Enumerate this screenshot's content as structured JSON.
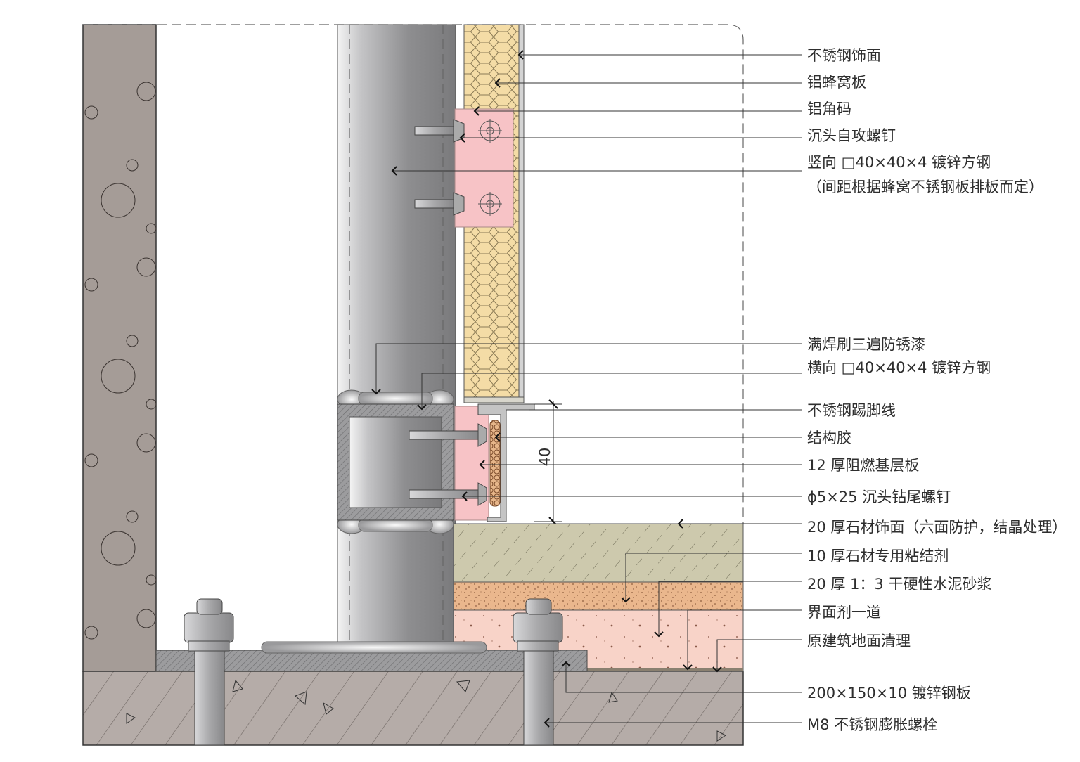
{
  "title": "不锈钢踢脚线与蜂窝不锈钢板墙面节点",
  "colors": {
    "wall": "#a59c97",
    "slab": "#b5aca8",
    "steel": "#9a9a9c",
    "honeycomb": "#f4dca6",
    "angle_pink": "#f7c3c6",
    "stone": "#cdc9ad",
    "mortar": "#eab78d",
    "base_pink": "#f8d3c8"
  },
  "dimension": "40",
  "labels": [
    {
      "text": "不锈钢饰面"
    },
    {
      "text": "铝蜂窝板"
    },
    {
      "text": "铝角码"
    },
    {
      "text": "沉头自攻螺钉"
    },
    {
      "text": "竖向 □40×40×4 镀锌方钢",
      "text2": "（间距根据蜂窝不锈钢板排板而定）"
    },
    {
      "text": "满焊刷三遍防锈漆"
    },
    {
      "text": "横向 □40×40×4 镀锌方钢"
    },
    {
      "text": "不锈钢踢脚线"
    },
    {
      "text": "结构胶"
    },
    {
      "text": "12 厚阻燃基层板"
    },
    {
      "text": "ϕ5×25 沉头钻尾螺钉"
    },
    {
      "text": "20 厚石材饰面（六面防护，结晶处理）"
    },
    {
      "text": "10 厚石材专用粘结剂"
    },
    {
      "text": "20 厚 1：3 干硬性水泥砂浆"
    },
    {
      "text": "界面剂一道"
    },
    {
      "text": "原建筑地面清理"
    },
    {
      "text": "200×150×10 镀锌钢板"
    },
    {
      "text": "M8 不锈钢膨胀螺栓"
    }
  ]
}
